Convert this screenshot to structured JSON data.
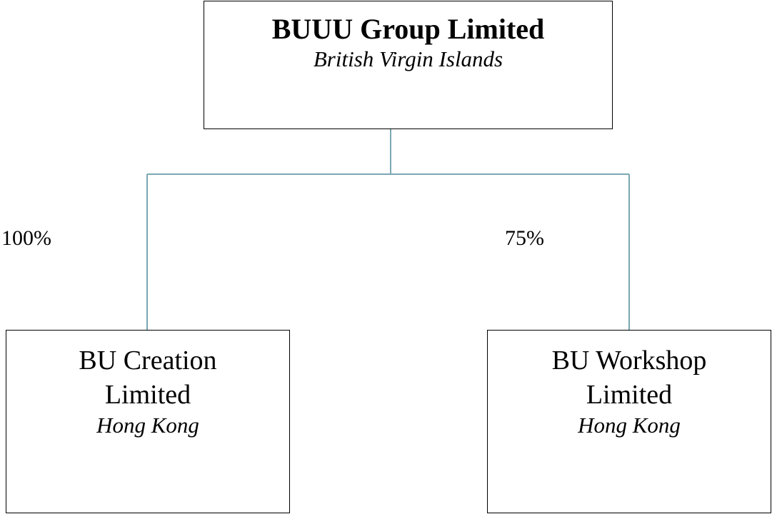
{
  "colors": {
    "connector": "#7ba7b3",
    "border": "#000000"
  },
  "parent": {
    "name": "BUUU Group Limited",
    "jurisdiction": "British Virgin Islands"
  },
  "subsidiaries": [
    {
      "name_line1": "BU Creation",
      "name_line2": "Limited",
      "jurisdiction": "Hong Kong",
      "ownership": "100%"
    },
    {
      "name_line1": "BU Workshop",
      "name_line2": "Limited",
      "jurisdiction": "Hong Kong",
      "ownership": "75%"
    }
  ]
}
